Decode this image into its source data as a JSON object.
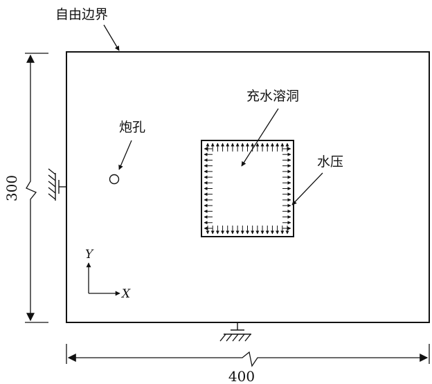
{
  "labels": {
    "free_boundary": "自由边界",
    "blast_hole": "炮孔",
    "water_cavity": "充水溶洞",
    "water_pressure": "水压"
  },
  "dimensions": {
    "width": "400",
    "height": "300"
  },
  "axes": {
    "x": "X",
    "y": "Y"
  }
}
